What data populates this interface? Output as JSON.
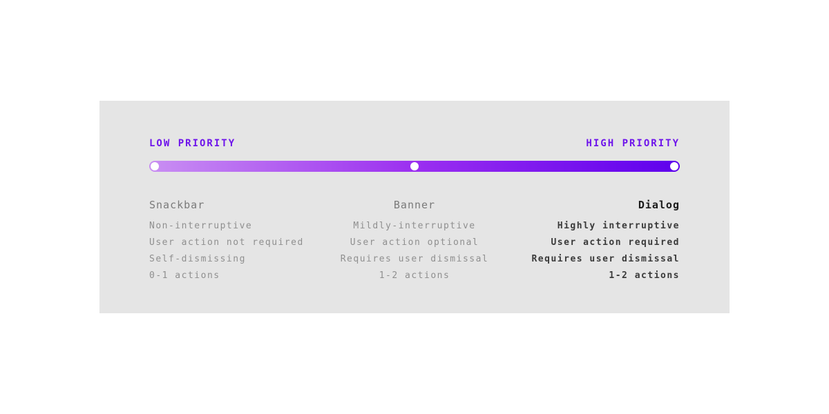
{
  "theme": {
    "page_bg": "#ffffff",
    "card_bg": "#e5e5e5",
    "accent": "#6e14eb",
    "gradient_start": "#c98ff2",
    "gradient_mid": "#9b2ff0",
    "gradient_end": "#5e00ed",
    "marker_color": "#ffffff",
    "title_muted": "#7a7a7a",
    "text_muted": "#8f8f8f",
    "title_strong": "#1c1c1c",
    "text_strong": "#3a3a3a"
  },
  "priority_scale": {
    "low_label": "LOW PRIORITY",
    "high_label": "HIGH PRIORITY",
    "markers": [
      "low",
      "mid",
      "high"
    ]
  },
  "columns": [
    {
      "title": "Snackbar",
      "align": "left",
      "emphasis": false,
      "attributes": [
        "Non-interruptive",
        "User action not required",
        "Self-dismissing",
        "0-1 actions"
      ]
    },
    {
      "title": "Banner",
      "align": "center",
      "emphasis": false,
      "attributes": [
        "Mildly-interruptive",
        "User action optional",
        "Requires user dismissal",
        "1-2 actions"
      ]
    },
    {
      "title": "Dialog",
      "align": "right",
      "emphasis": true,
      "attributes": [
        "Highly interruptive",
        "User action required",
        "Requires user dismissal",
        "1-2 actions"
      ]
    }
  ]
}
